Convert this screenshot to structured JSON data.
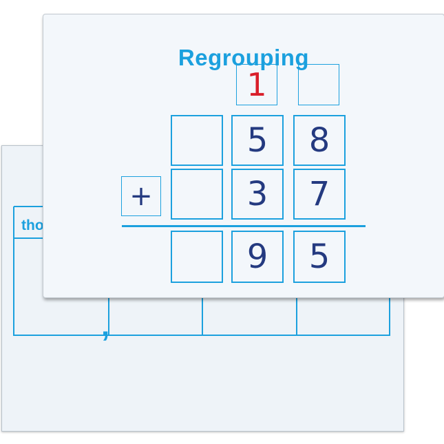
{
  "back_board": {
    "visible_label_fragment": "tho",
    "separator_glyph": ","
  },
  "front_board": {
    "title": "Regrouping",
    "carry_row": [
      "1",
      ""
    ],
    "top_number": [
      "",
      "5",
      "8"
    ],
    "operator": "+",
    "bottom_number": [
      "",
      "3",
      "7"
    ],
    "answer": [
      "",
      "9",
      "5"
    ]
  },
  "colors": {
    "accent_blue": "#1ba0de",
    "ink_navy": "#243a80",
    "carry_red": "#d91f2a",
    "board_background": "#f3f7fb"
  }
}
